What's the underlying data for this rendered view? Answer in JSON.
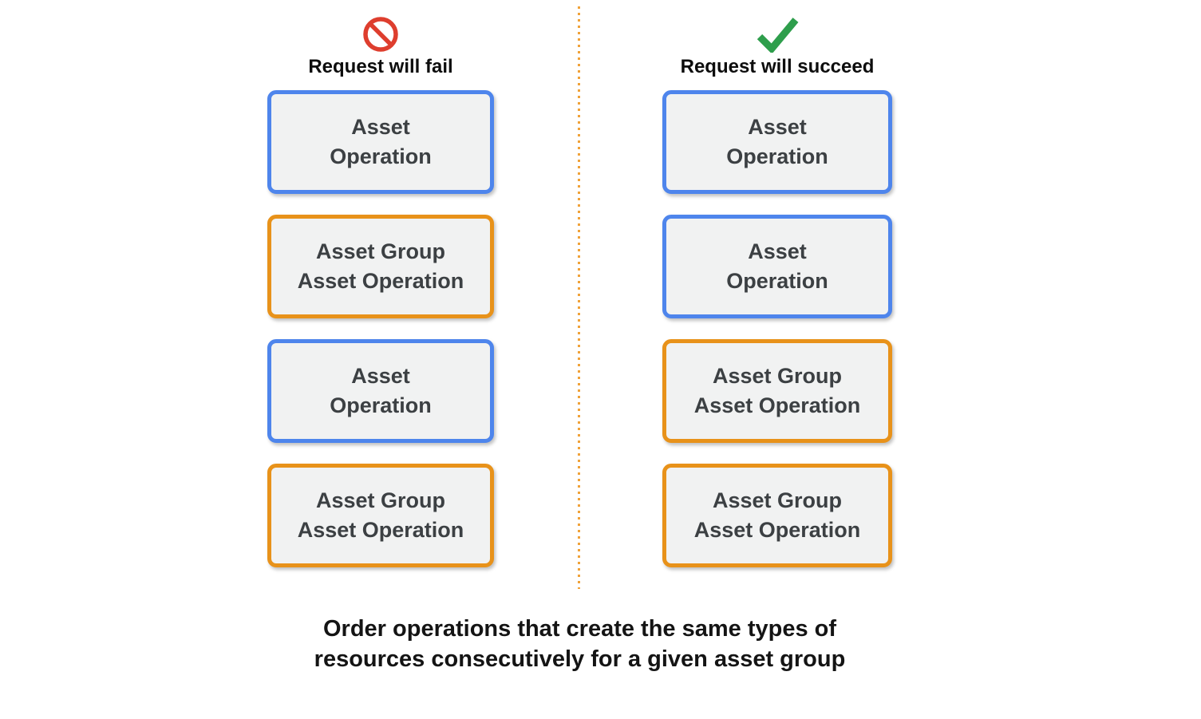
{
  "columns": {
    "fail": {
      "title": "Request will fail",
      "icon": "prohibition-icon",
      "boxes": [
        {
          "line1": "Asset",
          "line2": "Operation",
          "type": "asset-operation"
        },
        {
          "line1": "Asset Group",
          "line2": "Asset Operation",
          "type": "asset-group-asset-operation"
        },
        {
          "line1": "Asset",
          "line2": "Operation",
          "type": "asset-operation"
        },
        {
          "line1": "Asset Group",
          "line2": "Asset Operation",
          "type": "asset-group-asset-operation"
        }
      ]
    },
    "succeed": {
      "title": "Request will succeed",
      "icon": "check-icon",
      "boxes": [
        {
          "line1": "Asset",
          "line2": "Operation",
          "type": "asset-operation"
        },
        {
          "line1": "Asset",
          "line2": "Operation",
          "type": "asset-operation"
        },
        {
          "line1": "Asset Group",
          "line2": "Asset Operation",
          "type": "asset-group-asset-operation"
        },
        {
          "line1": "Asset Group",
          "line2": "Asset Operation",
          "type": "asset-group-asset-operation"
        }
      ]
    }
  },
  "caption": {
    "line1": "Order operations that create the same types of",
    "line2": "resources consecutively for a given asset group"
  },
  "colors": {
    "asset_operation_border": "#4E85EC",
    "asset_group_border": "#E8921A",
    "divider_dot": "#F0A239",
    "box_background": "#F1F2F2",
    "box_text": "#3C4043",
    "fail_icon_red": "#DE3E2E",
    "success_icon_green": "#2E9E4C"
  }
}
